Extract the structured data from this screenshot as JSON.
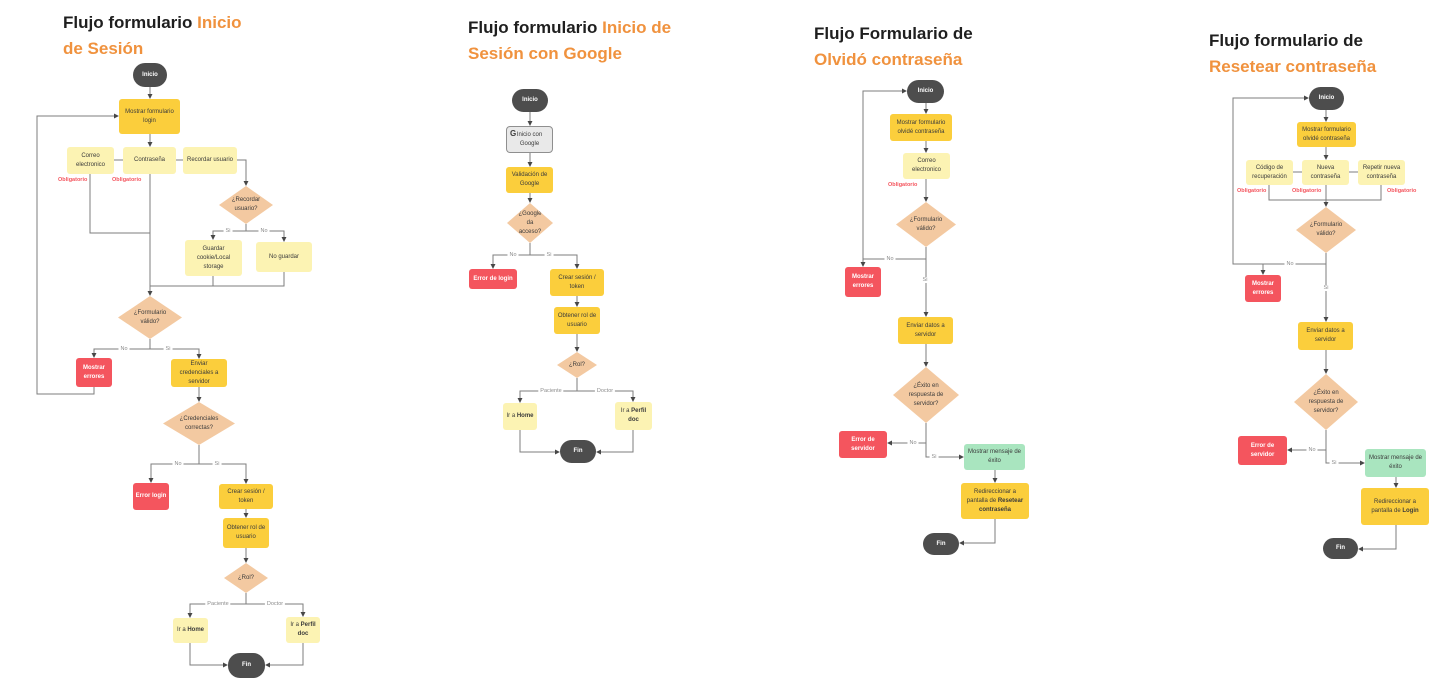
{
  "labels": {
    "si": "Si",
    "no": "No",
    "paciente": "Paciente",
    "doctor": "Doctor",
    "obligatorio": "Obligatorio",
    "inicio": "Inicio",
    "fin": "Fin"
  },
  "colors": {
    "title_black": "#1f1f1f",
    "title_orange": "#f0923e",
    "process_yellow": "#fbce3c",
    "field_light_yellow": "#fcf3b3",
    "decision_peach": "#f3c9a1",
    "error_red": "#f4555e",
    "success_green": "#a9e5bf",
    "terminal_dark": "#4d4d4d",
    "google_gray": "#e9e9e9",
    "connector_gray": "#7d7d7d"
  },
  "c1": {
    "title": [
      {
        "black": "Flujo formulario ",
        "orange": "Inicio"
      },
      {
        "black": "",
        "orange": "de Sesión"
      }
    ],
    "mostrar_login": "Mostrar formulario login",
    "correo": "Correo electronico",
    "contrasena": "Contraseña",
    "recordar": "Recordar usuario",
    "q_recordar": "¿Recordar usuario?",
    "guardar": "Guardar cookie/Local storage",
    "no_guardar": "No guardar",
    "q_form": "¿Formulario válido?",
    "mostrar_errores": "Mostrar errores",
    "enviar_cred": "Enviar credenciales a servidor",
    "q_cred": "¿Credenciales correctas?",
    "error_login": "Error login",
    "crear_sesion": "Crear sesión / token",
    "obtener_rol": "Obtener rol de usuario",
    "q_rol": "¿Rol?",
    "ir_a": "Ir a ",
    "home": "Home",
    "perfil_doc": "Perfil doc"
  },
  "c2": {
    "title": [
      {
        "black": "Flujo formulario ",
        "orange": "Inicio de"
      },
      {
        "black": "",
        "orange": "Sesión con Google"
      }
    ],
    "google_g": "G",
    "inicio_google": "Inicio con Google",
    "validacion": "Validación de Google",
    "q_acceso": "¿Google da acceso?",
    "error_login": "Error de login",
    "crear_sesion": "Crear sesión / token",
    "obtener_rol": "Obtener rol de usuario",
    "q_rol": "¿Rol?",
    "ir_a": "Ir a ",
    "home": "Home",
    "perfil_doc": "Perfil doc"
  },
  "c3": {
    "title": [
      {
        "black": "Flujo Formulario de",
        "orange": ""
      },
      {
        "black": "",
        "orange": "Olvidó contraseña"
      }
    ],
    "mostrar_olvido": "Mostrar formulario olvidé contraseña",
    "correo": "Correo electronico",
    "q_form": "¿Formulario válido?",
    "mostrar_errores": "Mostrar errores",
    "enviar_datos": "Enviar datos a servidor",
    "q_exito": "¿Éxito en respuesta de servidor?",
    "error_servidor": "Error de servidor",
    "mensaje_exito": "Mostrar mensaje de éxito",
    "redirec": "Redireccionar a pantalla de ",
    "redirec_bold": "Resetear contraseña"
  },
  "c4": {
    "title": [
      {
        "black": "Flujo formulario de",
        "orange": ""
      },
      {
        "black": "",
        "orange": "Resetear contraseña"
      }
    ],
    "mostrar_olvido": "Mostrar formulario olvidé contraseña",
    "codigo": "Código de recuperación",
    "nueva": "Nueva contraseña",
    "repetir": "Repetir nueva contraseña",
    "q_form": "¿Formulario válido?",
    "mostrar_errores": "Mostrar errores",
    "enviar_datos": "Enviar datos a servidor",
    "q_exito": "¿Éxito en respuesta de servidor?",
    "error_servidor": "Error de servidor",
    "mensaje_exito": "Mostrar mensaje de éxito",
    "redirec": "Redireccionar a pantalla de ",
    "redirec_bold": "Login"
  }
}
